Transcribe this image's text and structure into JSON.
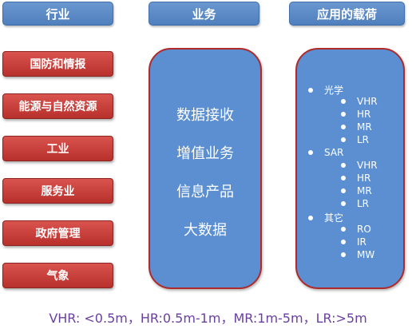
{
  "headers": {
    "industry": "行业",
    "business": "业务",
    "applications": "应用的载荷"
  },
  "industries": [
    "国防和情报",
    "能源与自然资源",
    "工业",
    "服务业",
    "政府管理",
    "气象"
  ],
  "business": [
    "数据接收",
    "增值业务",
    "信息产品",
    "大数据"
  ],
  "payloads": [
    {
      "name": "光学",
      "items": [
        "VHR",
        "HR",
        "MR",
        "LR"
      ]
    },
    {
      "name": "SAR",
      "items": [
        "VHR",
        "HR",
        "MR",
        "LR"
      ]
    },
    {
      "name": "其它",
      "items": [
        "RO",
        "IR",
        "MW"
      ]
    }
  ],
  "footer": "VHR: <0.5m，HR:0.5m-1m，MR:1m-5m，LR:>5m",
  "colors": {
    "header_blue": "#5b8fd2",
    "industry_red": "#c9403b",
    "border_red": "#b02a2a",
    "footer_purple": "#6a3fa0"
  }
}
